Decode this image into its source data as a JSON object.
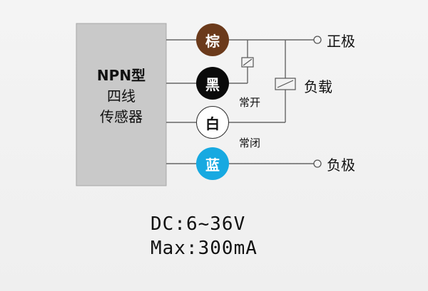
{
  "sensor": {
    "line1": "NPN型",
    "line2": "四线",
    "line3": "传感器"
  },
  "wires": [
    {
      "name": "brown",
      "label": "棕",
      "color": "#6b3a1b",
      "text_color": "#ffffff"
    },
    {
      "name": "black",
      "label": "黑",
      "color": "#0a0a0a",
      "text_color": "#ffffff"
    },
    {
      "name": "white",
      "label": "白",
      "color": "#ffffff",
      "text_color": "#111111"
    },
    {
      "name": "blue",
      "label": "蓝",
      "color": "#17a9e1",
      "text_color": "#ffffff"
    }
  ],
  "labels": {
    "positive": "正极",
    "load": "负载",
    "normally_open": "常开",
    "normally_closed": "常闭",
    "negative": "负极"
  },
  "specs": {
    "voltage": "DC:6~36V",
    "current": "Max:300mA"
  }
}
